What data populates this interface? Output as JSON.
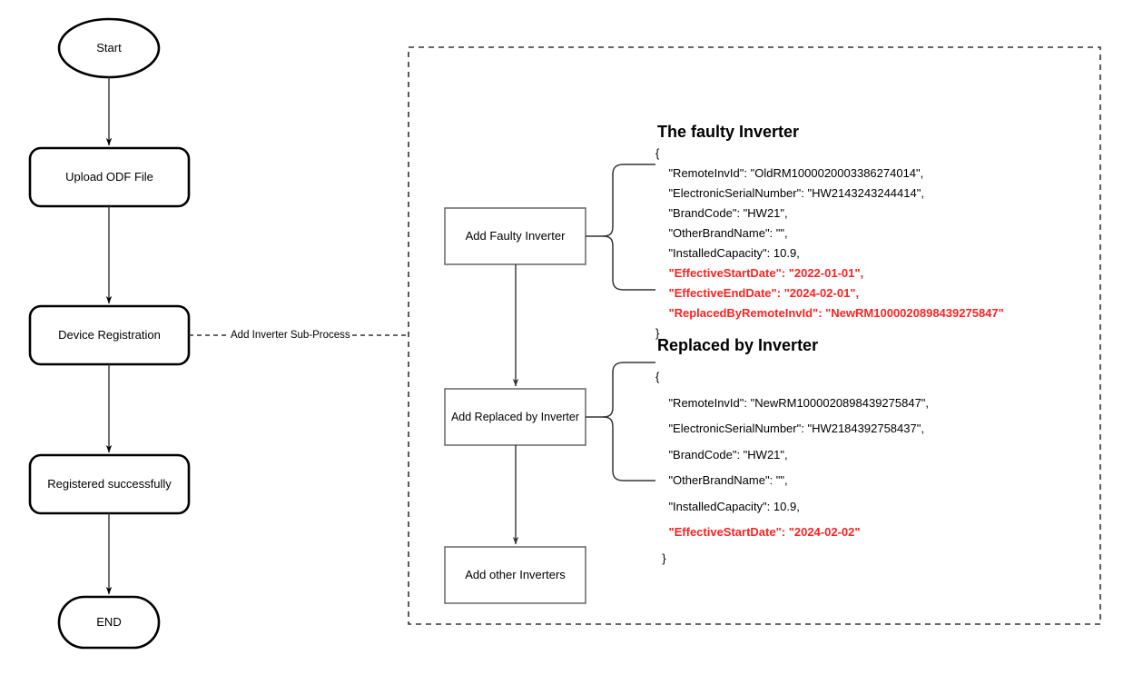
{
  "diagram": {
    "title": "Add Inverter Sub-Process",
    "main_flow": {
      "nodes": [
        {
          "id": "start",
          "label": "Start",
          "shape": "ellipse"
        },
        {
          "id": "upload",
          "label": "Upload ODF File",
          "shape": "rounded-rect"
        },
        {
          "id": "device-registration",
          "label": "Device Registration",
          "shape": "rounded-rect"
        },
        {
          "id": "registered",
          "label": "Registered successfully",
          "shape": "rounded-rect"
        },
        {
          "id": "end",
          "label": "END",
          "shape": "stadium"
        }
      ]
    },
    "connector_label": "Add Inverter Sub-Process",
    "subprocess": {
      "nodes": [
        {
          "id": "add-faulty-inverter",
          "label": "Add Faulty Inverter",
          "shape": "rect"
        },
        {
          "id": "add-replaced-by-inverter",
          "label": "Add Replaced by Inverter",
          "shape": "rect"
        },
        {
          "id": "add-other-inverters",
          "label": "Add other Inverters",
          "shape": "rect"
        }
      ]
    },
    "payloads": [
      {
        "id": "faulty-inverter",
        "title": "The faulty Inverter",
        "lines": [
          {
            "text": "{",
            "highlight": false
          },
          {
            "text": "    \"RemoteInvId\": \"OldRM1000020003386274014\",",
            "highlight": false
          },
          {
            "text": "    \"ElectronicSerialNumber\": \"HW2143243244414\",",
            "highlight": false
          },
          {
            "text": "    \"BrandCode\": \"HW21\",",
            "highlight": false
          },
          {
            "text": "    \"OtherBrandName\": \"\",",
            "highlight": false
          },
          {
            "text": "    \"InstalledCapacity\": 10.9,",
            "highlight": false
          },
          {
            "text": "    \"EffectiveStartDate\": \"2022-01-01\",",
            "highlight": true
          },
          {
            "text": "    \"EffectiveEndDate\": \"2024-02-01\",",
            "highlight": true
          },
          {
            "text": "    \"ReplacedByRemoteInvId\": \"NewRM1000020898439275847\"",
            "highlight": true
          },
          {
            "text": "}",
            "highlight": false
          }
        ]
      },
      {
        "id": "replaced-by-inverter",
        "title": "Replaced by Inverter",
        "lines": [
          {
            "text": "{",
            "highlight": false
          },
          {
            "text": "    \"RemoteInvId\": \"NewRM1000020898439275847\",",
            "highlight": false
          },
          {
            "text": "    \"ElectronicSerialNumber\": \"HW2184392758437\",",
            "highlight": false
          },
          {
            "text": "    \"BrandCode\": \"HW21\",",
            "highlight": false
          },
          {
            "text": "    \"OtherBrandName\": \"\",",
            "highlight": false
          },
          {
            "text": "    \"InstalledCapacity\": 10.9,",
            "highlight": false
          },
          {
            "text": "    \"EffectiveStartDate\": \"2024-02-02\"",
            "highlight": true
          },
          {
            "text": "  }",
            "highlight": false
          }
        ]
      }
    ],
    "colors": {
      "stroke_main": "#000000",
      "stroke_sub": "#666666",
      "highlight": "#ff2222",
      "background": "#ffffff"
    }
  }
}
